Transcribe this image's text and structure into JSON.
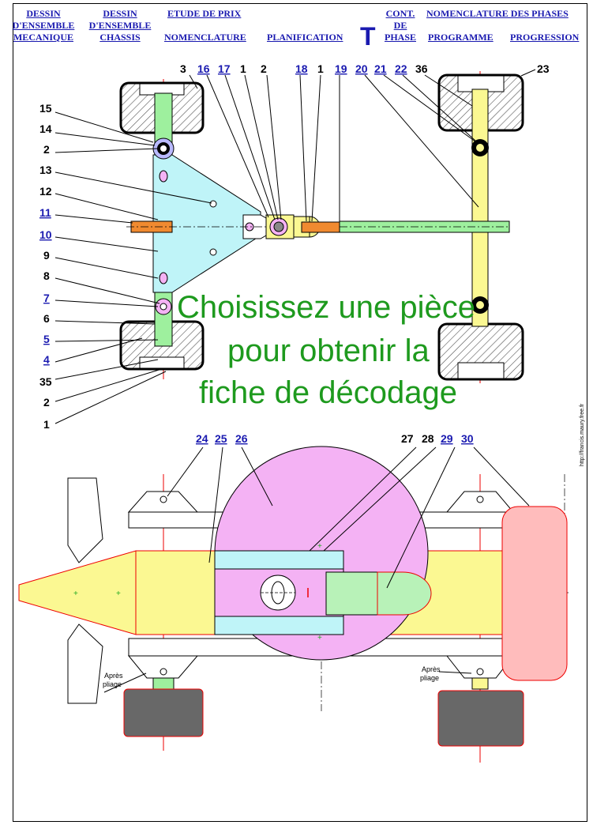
{
  "nav": {
    "dessin_mecanique": [
      "DESSIN",
      "D'ENSEMBLE",
      "MECANIQUE"
    ],
    "dessin_chassis": [
      "DESSIN",
      "D'ENSEMBLE",
      "CHASSIS"
    ],
    "etude_prix": "ETUDE DE PRIX",
    "nomenclature": "NOMENCLATURE",
    "planification": "PLANIFICATION",
    "t_symbol": "T",
    "cont_phase": [
      "CONT.",
      "DE",
      "PHASE"
    ],
    "nomenclature_phases": "NOMENCLATURE DES PHASES",
    "programme": "PROGRAMME",
    "progression": "PROGRESSION"
  },
  "instruction": [
    "Choisissez  une pièce",
    "pour obtenir la",
    "fiche de décodage"
  ],
  "apres_pliage": [
    "Après",
    "pliage"
  ],
  "credit": "http://francis.maury.free.fr",
  "colors": {
    "link": "#1a1ab0",
    "instruction": "#1e9a1e",
    "cyan_part": "#bff4f8",
    "green_part": "#9ef09e",
    "yellow_part": "#fbf892",
    "pink_part": "#f4b2f4",
    "orange_part": "#f08a30",
    "tire_grey": "#686868"
  },
  "labels": {
    "l3": "3",
    "l16": "16",
    "l17": "17",
    "l1a": "1",
    "l2a": "2",
    "l18": "18",
    "l1b": "1",
    "l19": "19",
    "l20": "20",
    "l21": "21",
    "l22": "22",
    "l36": "36",
    "l23": "23",
    "l15": "15",
    "l14": "14",
    "l2b": "2",
    "l13": "13",
    "l12": "12",
    "l11": "11",
    "l10": "10",
    "l9": "9",
    "l8": "8",
    "l7": "7",
    "l6": "6",
    "l5": "5",
    "l4": "4",
    "l35": "35",
    "l2c": "2",
    "l1c": "1",
    "l24": "24",
    "l25": "25",
    "l26": "26",
    "l27": "27",
    "l28": "28",
    "l29": "29",
    "l30": "30"
  }
}
